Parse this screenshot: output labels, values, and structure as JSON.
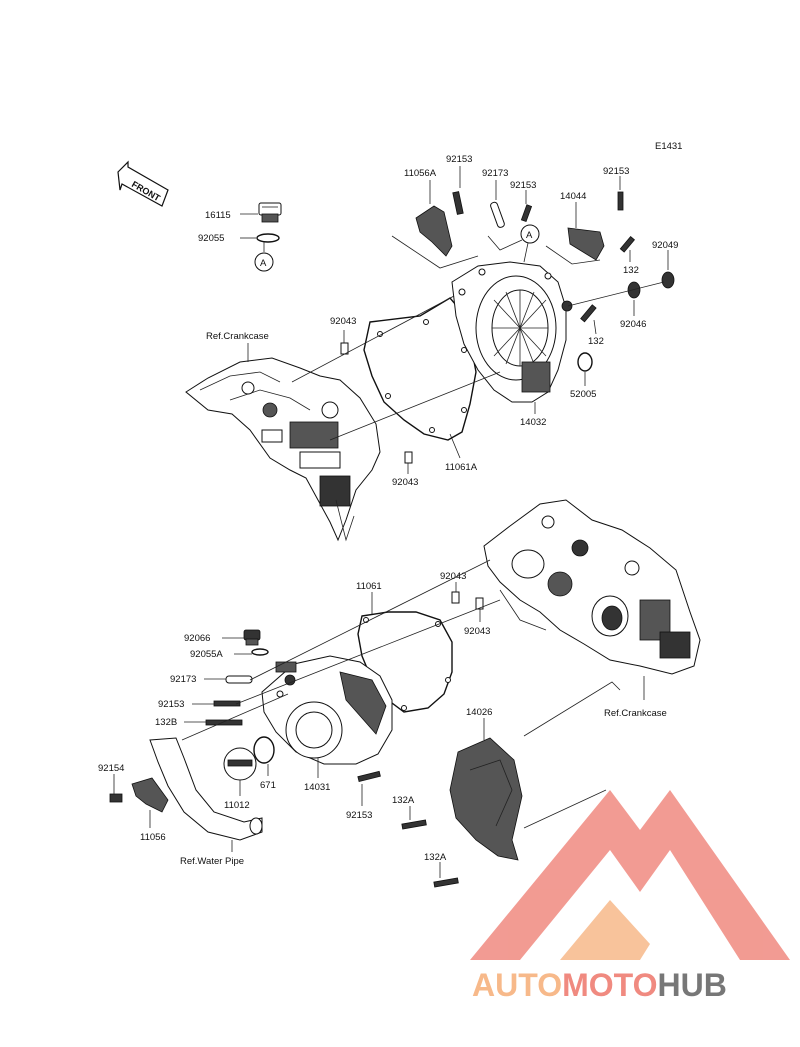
{
  "diagram_code": "E1431",
  "front_label": "FRONT",
  "ref_labels": {
    "crankcase_top": "Ref.Crankcase",
    "crankcase_bottom": "Ref.Crankcase",
    "water_pipe": "Ref.Water Pipe"
  },
  "callout_a": "A",
  "parts": {
    "p16115": "16115",
    "p92055": "92055",
    "p11056A": "11056A",
    "p92153_a": "92153",
    "p92173_a": "92173",
    "p92153_b": "92153",
    "p14044": "14044",
    "p92153_c": "92153",
    "p92049": "92049",
    "p132_a": "132",
    "p92046": "92046",
    "p132_b": "132",
    "p52005": "52005",
    "p14032": "14032",
    "p92043_a": "92043",
    "p11061A": "11061A",
    "p92043_b": "92043",
    "p11061": "11061",
    "p92043_c": "92043",
    "p92043_d": "92043",
    "p92066": "92066",
    "p92055A": "92055A",
    "p92173_b": "92173",
    "p92153_d": "92153",
    "p132B": "132B",
    "p92154": "92154",
    "p11056": "11056",
    "p11012": "11012",
    "p671": "671",
    "p14031": "14031",
    "p92153_e": "92153",
    "p14026": "14026",
    "p132A_a": "132A",
    "p132A_b": "132A"
  },
  "watermark": {
    "part1": "AUTO",
    "part2": "MOTO",
    "part3": "HUB",
    "color_light": "#f7b98a",
    "color_mid": "#f08a80",
    "color_dark": "#777777"
  }
}
